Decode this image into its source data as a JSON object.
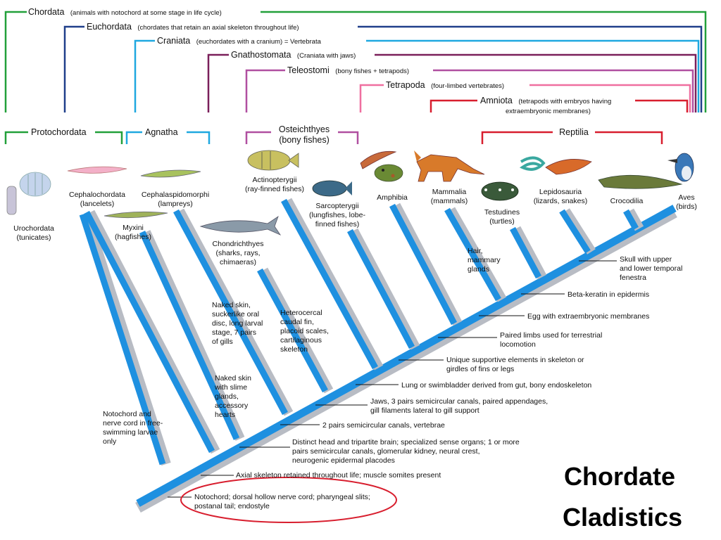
{
  "title": [
    "Chordate",
    "Cladistics"
  ],
  "colors": {
    "green": "#22a03a",
    "navy": "#1f3f8a",
    "cyan": "#1fa8e0",
    "purple": "#7a1f5a",
    "orchid": "#b04fa0",
    "pink": "#ef6f9f",
    "red": "#d81e2e",
    "branch_blue": "#1e90e0",
    "branch_gray": "#b8bcc4"
  },
  "brackets": [
    {
      "id": "chordata",
      "name": "Chordata",
      "note": "(animals with notochord at some stage in life cycle)"
    },
    {
      "id": "euchordata",
      "name": "Euchordata",
      "note": "(chordates that retain an axial skeleton throughout life)"
    },
    {
      "id": "craniata",
      "name": "Craniata",
      "note": "(euchordates with a cranium) = Vertebrata"
    },
    {
      "id": "gnathostomata",
      "name": "Gnathostomata",
      "note": "(Craniata with jaws)"
    },
    {
      "id": "teleostomi",
      "name": "Teleostomi",
      "note": "(bony fishes + tetrapods)"
    },
    {
      "id": "tetrapoda",
      "name": "Tetrapoda",
      "note": "(four-limbed vertebrates)"
    },
    {
      "id": "amniota",
      "name": "Amniota",
      "note": "(tetrapods with embryos having",
      "note2": "extraembryonic membranes)"
    }
  ],
  "groups": {
    "protochordata": "Protochordata",
    "agnatha": "Agnatha",
    "osteichthyes": [
      "Osteichthyes",
      "(bony fishes)"
    ],
    "reptilia": "Reptilia"
  },
  "taxa": [
    {
      "id": "urochordata",
      "lines": [
        "Urochordata",
        "(tunicates)"
      ]
    },
    {
      "id": "cephalochordata",
      "lines": [
        "Cephalochordata",
        "(lancelets)"
      ]
    },
    {
      "id": "myxini",
      "lines": [
        "Myxini",
        "(hagfishes)"
      ]
    },
    {
      "id": "cephalaspidomorphi",
      "lines": [
        "Cephalaspidomorphi",
        "(lampreys)"
      ]
    },
    {
      "id": "chondrichthyes",
      "lines": [
        "Chondrichthyes",
        "(sharks, rays,",
        "chimaeras)"
      ]
    },
    {
      "id": "actinopterygii",
      "lines": [
        "Actinopterygii",
        "(ray-finned fishes)"
      ]
    },
    {
      "id": "sarcopterygii",
      "lines": [
        "Sarcopterygii",
        "(lungfishes, lobe-",
        "finned fishes)"
      ]
    },
    {
      "id": "amphibia",
      "lines": [
        "Amphibia"
      ]
    },
    {
      "id": "mammalia",
      "lines": [
        "Mammalia",
        "(mammals)"
      ]
    },
    {
      "id": "testudines",
      "lines": [
        "Testudines",
        "(turtles)"
      ]
    },
    {
      "id": "lepidosauria",
      "lines": [
        "Lepidosauria",
        "(lizards, snakes)"
      ]
    },
    {
      "id": "crocodilia",
      "lines": [
        "Crocodilia"
      ]
    },
    {
      "id": "aves",
      "lines": [
        "Aves",
        "(birds)"
      ]
    }
  ],
  "branch_notes": [
    {
      "id": "urochordata-note",
      "lines": [
        "Notochord and",
        "nerve cord in free-",
        "swimming larvae",
        "only"
      ]
    },
    {
      "id": "myxini-note",
      "lines": [
        "Naked skin",
        "with slime",
        "glands,",
        "accessory",
        "hearts"
      ]
    },
    {
      "id": "lamprey-note",
      "lines": [
        "Naked skin,",
        "suckerlike oral",
        "disc, long larval",
        "stage, 7 pairs",
        "of gills"
      ]
    },
    {
      "id": "shark-note",
      "lines": [
        "Heterocercal",
        "caudal fin,",
        "placoid scales,",
        "cartilaginous",
        "skeleton"
      ]
    },
    {
      "id": "mammal-note",
      "lines": [
        "Hair,",
        "mammary",
        "glands"
      ]
    }
  ],
  "characters": [
    {
      "id": "notochord",
      "lines": [
        "Notochord; dorsal hollow nerve cord; pharyngeal slits;",
        "postanal tail; endostyle"
      ]
    },
    {
      "id": "axial",
      "lines": [
        "Axial skeleton retained throughout life; muscle somites present"
      ]
    },
    {
      "id": "head",
      "lines": [
        "Distinct head and tripartite brain; specialized sense organs; 1 or more",
        "pairs semicircular canals, glomerular kidney, neural crest,",
        "neurogenic epidermal placodes"
      ]
    },
    {
      "id": "vertebrae",
      "lines": [
        "2 pairs semicircular canals, vertebrae"
      ]
    },
    {
      "id": "jaws",
      "lines": [
        "Jaws, 3 pairs semicircular canals, paired appendages,",
        "gill filaments lateral to gill support"
      ]
    },
    {
      "id": "lung",
      "lines": [
        "Lung or swimbladder derived from gut, bony endoskeleton"
      ]
    },
    {
      "id": "supportive",
      "lines": [
        "Unique supportive elements in skeleton or",
        "girdles of fins or legs"
      ]
    },
    {
      "id": "limbs",
      "lines": [
        "Paired limbs used for terrestrial",
        "locomotion"
      ]
    },
    {
      "id": "egg",
      "lines": [
        "Egg with extraembryonic membranes"
      ]
    },
    {
      "id": "keratin",
      "lines": [
        "Beta-keratin in epidermis"
      ]
    },
    {
      "id": "skull",
      "lines": [
        "Skull with upper",
        "and lower temporal",
        "fenestra"
      ]
    }
  ]
}
